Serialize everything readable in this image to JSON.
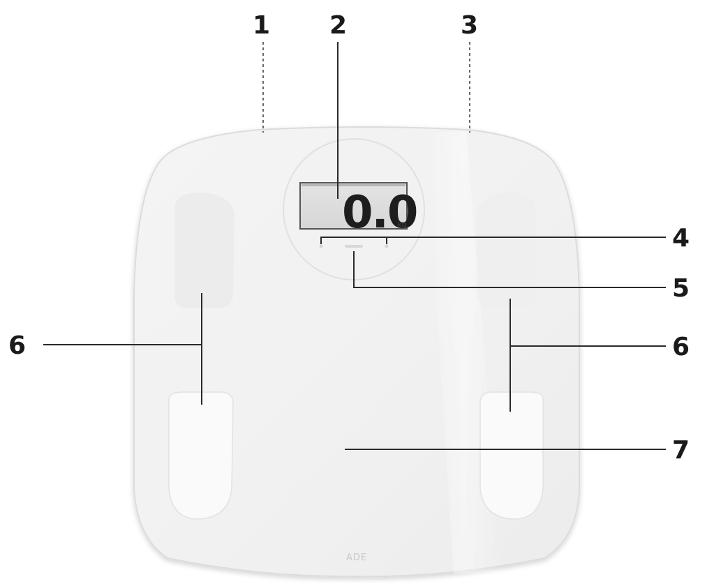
{
  "display": {
    "reading": "0.0",
    "unit": "kg"
  },
  "brand": "ADE",
  "callouts": [
    {
      "id": "1",
      "label": "1"
    },
    {
      "id": "2",
      "label": "2"
    },
    {
      "id": "3",
      "label": "3"
    },
    {
      "id": "4",
      "label": "4"
    },
    {
      "id": "5",
      "label": "5"
    },
    {
      "id": "6L",
      "label": "6"
    },
    {
      "id": "6R",
      "label": "6"
    },
    {
      "id": "7",
      "label": "7"
    }
  ]
}
